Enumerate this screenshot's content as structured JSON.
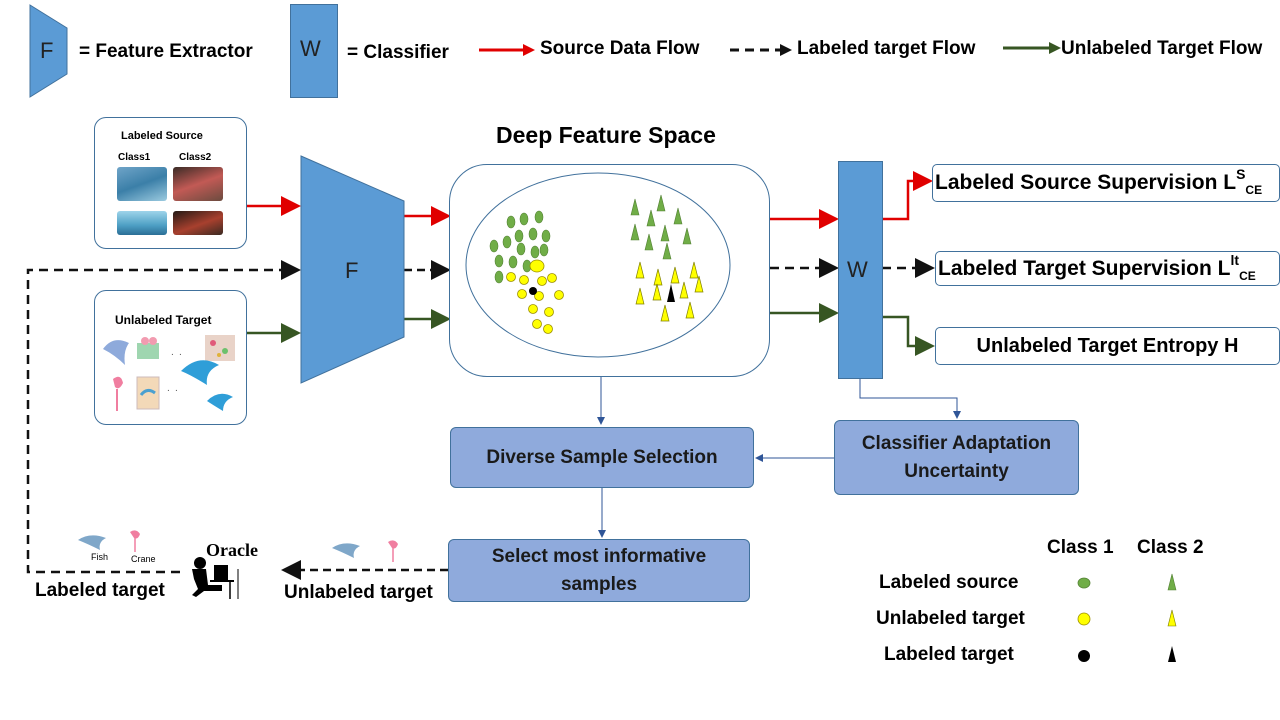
{
  "legend": {
    "f_symbol": "F",
    "f_text": "= Feature Extractor",
    "w_symbol": "W",
    "w_text": "= Classifier",
    "source_flow": "Source Data Flow",
    "labeled_flow": "Labeled target Flow",
    "unlabeled_flow": "Unlabeled Target Flow"
  },
  "colors": {
    "source_flow": "#e00000",
    "labeled_flow": "#111111",
    "unlabeled_flow": "#375623",
    "block_fill": "#5b9bd5",
    "process_fill": "#8faadc",
    "class1_source": "#70ad47",
    "unlabeled_target": "#ffff00",
    "labeled_target": "#000000"
  },
  "labeled_source_panel": {
    "title": "Labeled Source",
    "class1": "Class1",
    "class2": "Class2"
  },
  "unlabeled_target_panel": {
    "title": "Unlabeled Target"
  },
  "feature_extractor": {
    "label": "F"
  },
  "classifier": {
    "label": "W"
  },
  "feature_space": {
    "title": "Deep Feature Space"
  },
  "outputs": {
    "source_supervision": {
      "text": "Labeled Source Supervision L",
      "sup": "S",
      "sub": "CE"
    },
    "target_supervision": {
      "text": "Labeled Target Supervision L",
      "sup": "lt",
      "sub": "CE"
    },
    "entropy": {
      "text": "Unlabeled Target Entropy H"
    }
  },
  "processes": {
    "diverse": "Diverse Sample Selection",
    "adaptation_line1": "Classifier Adaptation",
    "adaptation_line2": "Uncertainty",
    "select_line1": "Select most informative",
    "select_line2": "samples"
  },
  "bottom_flow": {
    "unlabeled_target": "Unlabeled target",
    "labeled_target": "Labeled target",
    "oracle": "Oracle",
    "fish": "Fish",
    "crane": "Crane"
  },
  "class_legend": {
    "class1": "Class 1",
    "class2": "Class 2",
    "rows": [
      "Labeled source",
      "Unlabeled target",
      "Labeled target"
    ]
  }
}
